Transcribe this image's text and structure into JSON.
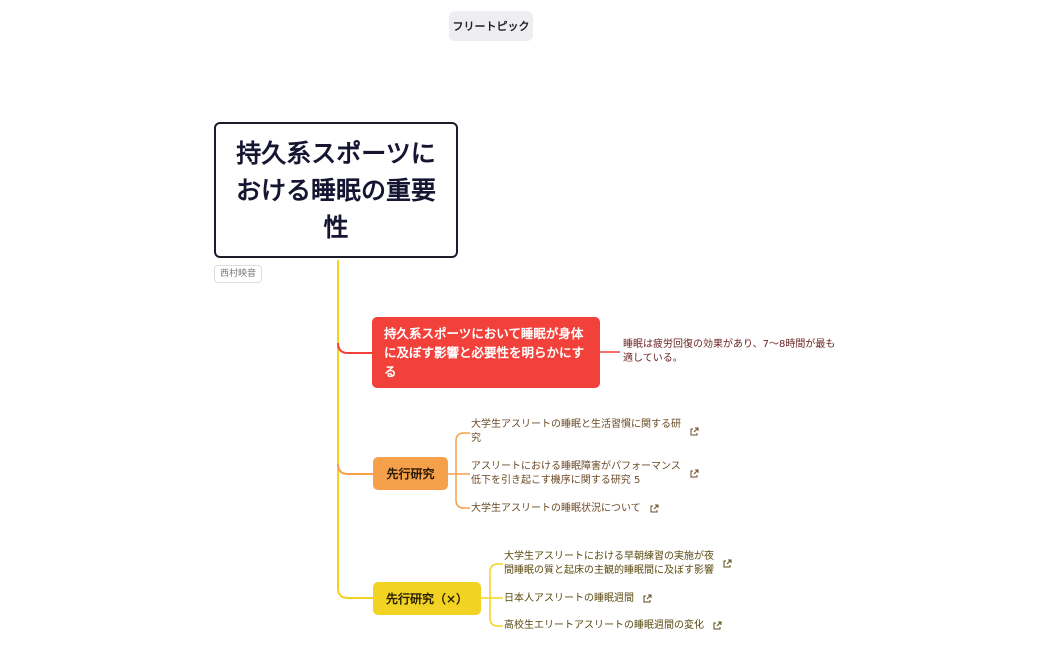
{
  "toolbar": {
    "free_topic_label": "フリートピック"
  },
  "central_topic": {
    "title": "持久系スポーツにおける睡眠の重要性",
    "author": "西村映音"
  },
  "branches": [
    {
      "label": "持久系スポーツにおいて睡眠が身体に及ぼす影響と必要性を明らかにする",
      "color": "#f2413b",
      "children": [
        {
          "text": "睡眠は疲労回復の効果があり、7〜8時間が最も適している。"
        }
      ]
    },
    {
      "label": "先行研究",
      "color": "#f5a04a",
      "children": [
        {
          "text": "大学生アスリートの睡眠と生活習慣に関する研究",
          "icon": "external-link-icon"
        },
        {
          "text": "アスリートにおける睡眠障害がパフォーマンス低下を引き起こす機序に関する研究 5",
          "icon": "external-link-icon"
        },
        {
          "text": "大学生アスリートの睡眠状況について",
          "icon": "external-link-icon"
        }
      ]
    },
    {
      "label": "先行研究（×）",
      "color": "#f2d324",
      "children": [
        {
          "text": "大学生アスリートにおける早朝練習の実施が夜間睡眠の質と起床の主観的睡眠間に及ぼす影響",
          "icon": "external-link-icon"
        },
        {
          "text": "日本人アスリートの睡眠週間",
          "icon": "external-link-icon"
        },
        {
          "text": "高校生エリートアスリートの睡眠週間の変化",
          "icon": "external-link-icon"
        }
      ]
    }
  ]
}
